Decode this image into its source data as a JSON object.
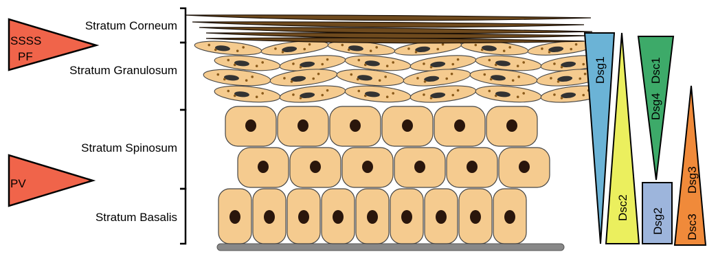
{
  "layers": {
    "corneum": "Stratum Corneum",
    "granulosum": "Stratum Granulosum",
    "spinosum": "Stratum Spinosum",
    "basalis": "Stratum Basalis"
  },
  "disease_markers": {
    "top_line1": "SSSS",
    "top_line2": "PF",
    "bottom": "PV"
  },
  "gradients": {
    "dsg1": "Dsg1",
    "dsc2": "Dsc2",
    "dsc1": "Dsc1",
    "dsg4": "Dsg4",
    "dsg2": "Dsg2",
    "dsg3": "Dsg3",
    "dsc3": "Dsc3"
  },
  "colors": {
    "cell_fill": "#F5CB8F",
    "nucleus": "#2A160C",
    "corneum": "#6E4A1E",
    "marker_red": "#F0644A",
    "dsg1": "#6BB3D6",
    "dsc2": "#EBEF5E",
    "dsc1_dsg4": "#3DAA69",
    "dsg2": "#9DB5DC",
    "dsg3_dsc3": "#F08A3A",
    "membrane": "#888888"
  }
}
